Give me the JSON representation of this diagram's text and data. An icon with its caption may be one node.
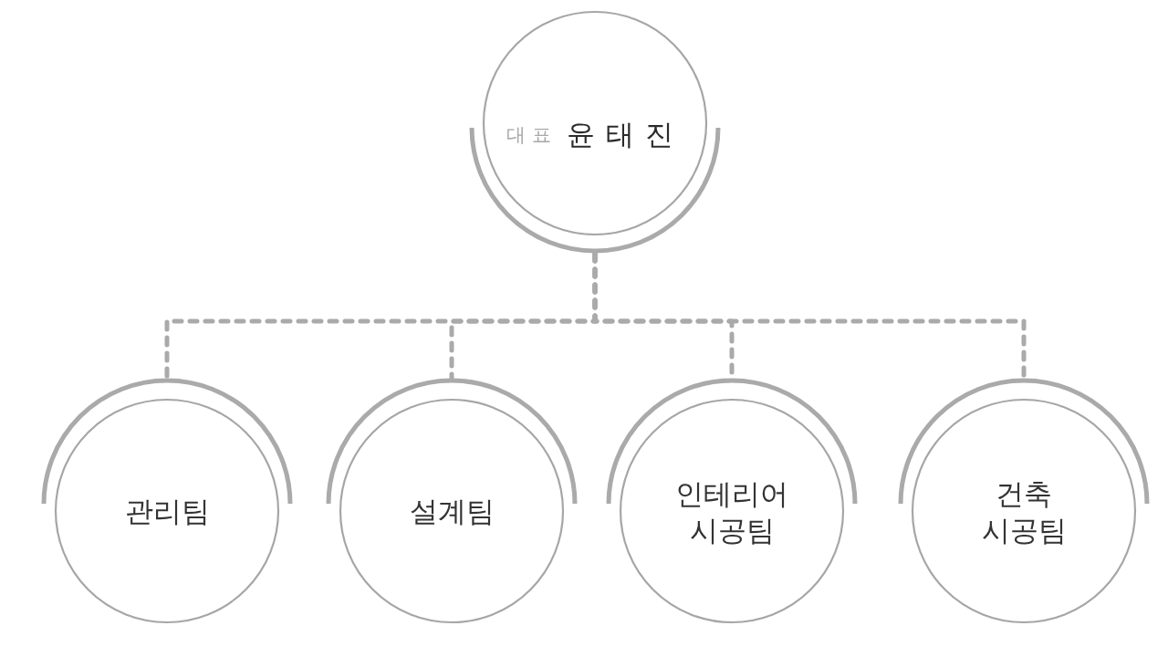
{
  "diagram": {
    "nodes": [
      {
        "text": [
          "대표",
          "윤태진"
        ]
      },
      {
        "text": [
          "관리팀"
        ]
      },
      {
        "text": [
          "설계팀"
        ]
      },
      {
        "text": [
          "인테리어 시공팀"
        ]
      },
      {
        "text": [
          "건축 시공팀"
        ]
      }
    ],
    "edges": [
      {
        "from": 0,
        "to": 1,
        "arrow": "none",
        "style": "dashed"
      },
      {
        "from": 0,
        "to": 2,
        "arrow": "none",
        "style": "dashed"
      },
      {
        "from": 0,
        "to": 3,
        "arrow": "none",
        "style": "dashed"
      },
      {
        "from": 0,
        "to": 4,
        "arrow": "none",
        "style": "dashed"
      }
    ]
  }
}
